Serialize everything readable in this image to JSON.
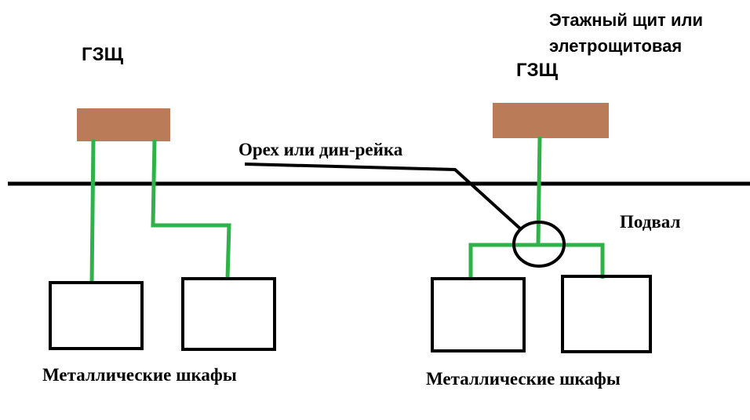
{
  "labels": {
    "gzsh_left": "ГЗЩ",
    "gzsh_right": "ГЗЩ",
    "floor_panel_line1": "Этажный щит или",
    "floor_panel_line2": "элетрощитовая",
    "rail": "Орех или дин-рейка",
    "basement": "Подвал",
    "cabinets_left": "Металлические шкафы",
    "cabinets_right": "Металлические шкафы"
  },
  "colors": {
    "panel": "#b97b58",
    "wire": "#2fb24a",
    "outline": "#000000",
    "background": "#ffffff"
  }
}
